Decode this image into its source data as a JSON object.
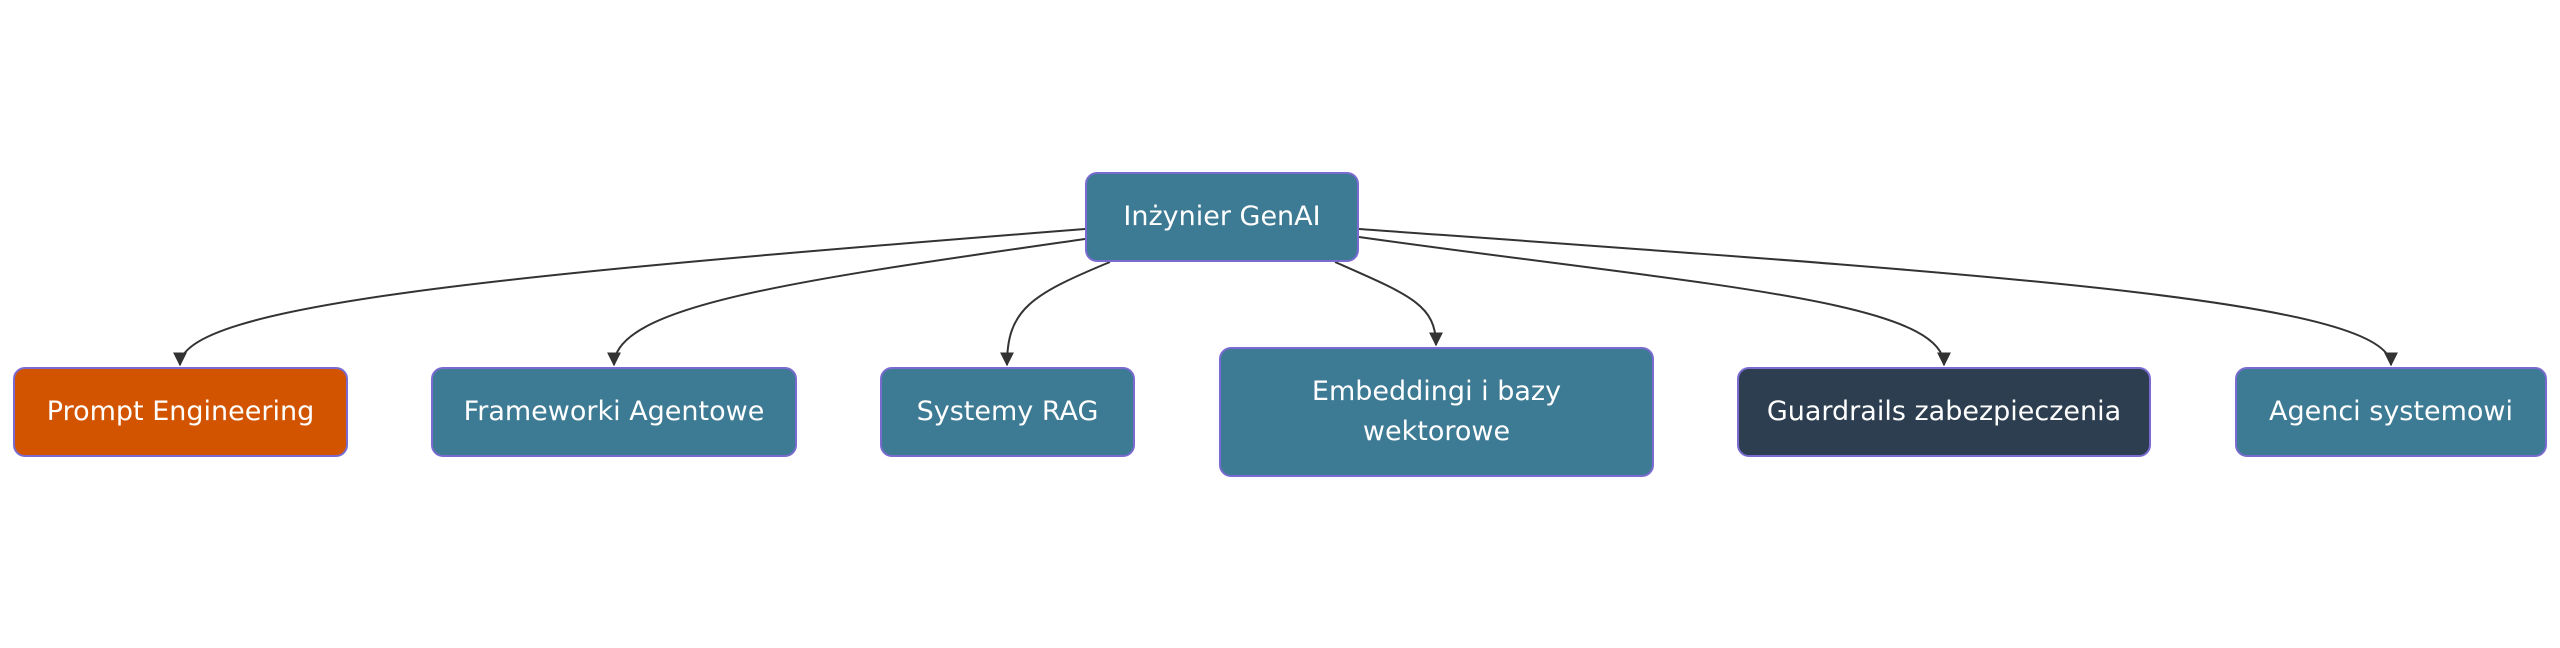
{
  "colors": {
    "primary": "#3d7a94",
    "highlight": "#d35400",
    "dark": "#2c3e50",
    "border": "#7a6bd0",
    "edge": "#333333"
  },
  "diagram": {
    "root": {
      "label": "Inżynier GenAI",
      "color": "#3d7a94"
    },
    "children": [
      {
        "label": "Prompt Engineering",
        "color": "#d35400"
      },
      {
        "label": "Frameworki Agentowe",
        "color": "#3d7a94"
      },
      {
        "label": "Systemy RAG",
        "color": "#3d7a94"
      },
      {
        "label": "Embeddingi i bazy wektorowe",
        "color": "#3d7a94"
      },
      {
        "label": "Guardrails zabezpieczenia",
        "color": "#2c3e50"
      },
      {
        "label": "Agenci systemowi",
        "color": "#3d7a94"
      }
    ]
  }
}
